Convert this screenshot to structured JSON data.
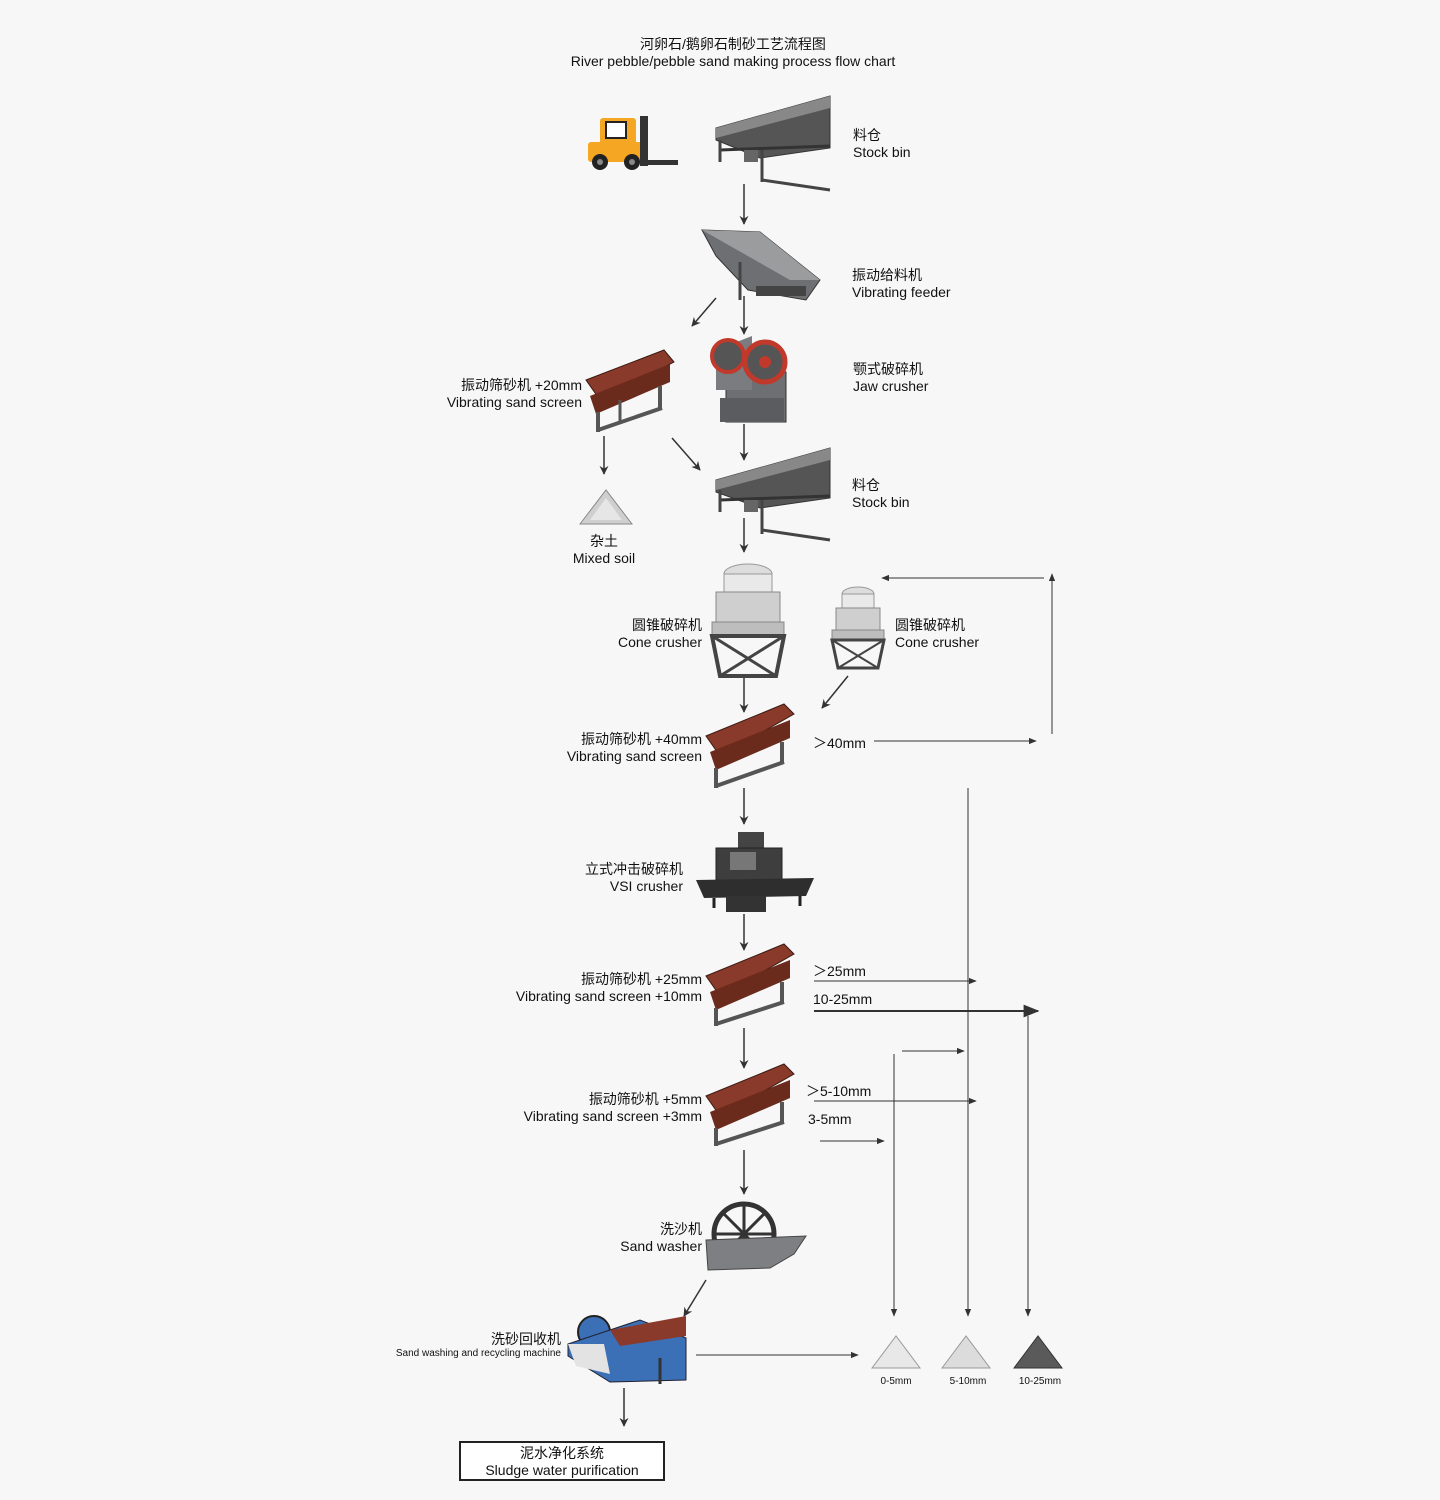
{
  "title": {
    "zh": "河卵石/鹅卵石制砂工艺流程图",
    "en": "River pebble/pebble sand making process flow chart"
  },
  "stages": {
    "stock_bin_1": {
      "zh": "料仓",
      "en": "Stock bin"
    },
    "vibrating_feeder": {
      "zh": "振动给料机",
      "en": "Vibrating feeder"
    },
    "jaw_crusher": {
      "zh": "颚式破碎机",
      "en": "Jaw crusher"
    },
    "screen_20": {
      "zh": "振动筛砂机 +20mm",
      "en": "Vibrating sand screen"
    },
    "mixed_soil": {
      "zh": "杂土",
      "en": "Mixed soil"
    },
    "stock_bin_2": {
      "zh": "料仓",
      "en": "Stock bin"
    },
    "cone_crusher_1": {
      "zh": "圆锥破碎机",
      "en": "Cone crusher"
    },
    "cone_crusher_2": {
      "zh": "圆锥破碎机",
      "en": "Cone crusher"
    },
    "screen_40": {
      "zh": "振动筛砂机 +40mm",
      "en": "Vibrating sand screen"
    },
    "vsi_crusher": {
      "zh": "立式冲击破碎机",
      "en": "VSI crusher"
    },
    "screen_25_10": {
      "zh": "振动筛砂机 +25mm",
      "en": "Vibrating sand screen +10mm"
    },
    "screen_5_3": {
      "zh": "振动筛砂机 +5mm",
      "en": "Vibrating sand screen +3mm"
    },
    "sand_washer": {
      "zh": "洗沙机",
      "en": "Sand washer"
    },
    "recycling": {
      "zh": "洗砂回收机",
      "en": "Sand washing and recycling machine"
    },
    "sludge": {
      "zh": "泥水净化系统",
      "en": "Sludge water purification"
    }
  },
  "size_labels": {
    "gt40": "＞40mm",
    "gt25": "＞25mm",
    "r10_25": "10-25mm",
    "gt5_10": "＞5-10mm",
    "r3_5": "3-5mm"
  },
  "products": [
    "0-5mm",
    "5-10mm",
    "10-25mm"
  ],
  "colors": {
    "line": "#333333",
    "machine_red": "#8a3a2a",
    "machine_grey": "#6d6f72",
    "forklift": "#f5a623",
    "washer_blue": "#3b6fb6",
    "pile_light": "#d9d9d9",
    "pile_dark": "#5a5a5a"
  }
}
